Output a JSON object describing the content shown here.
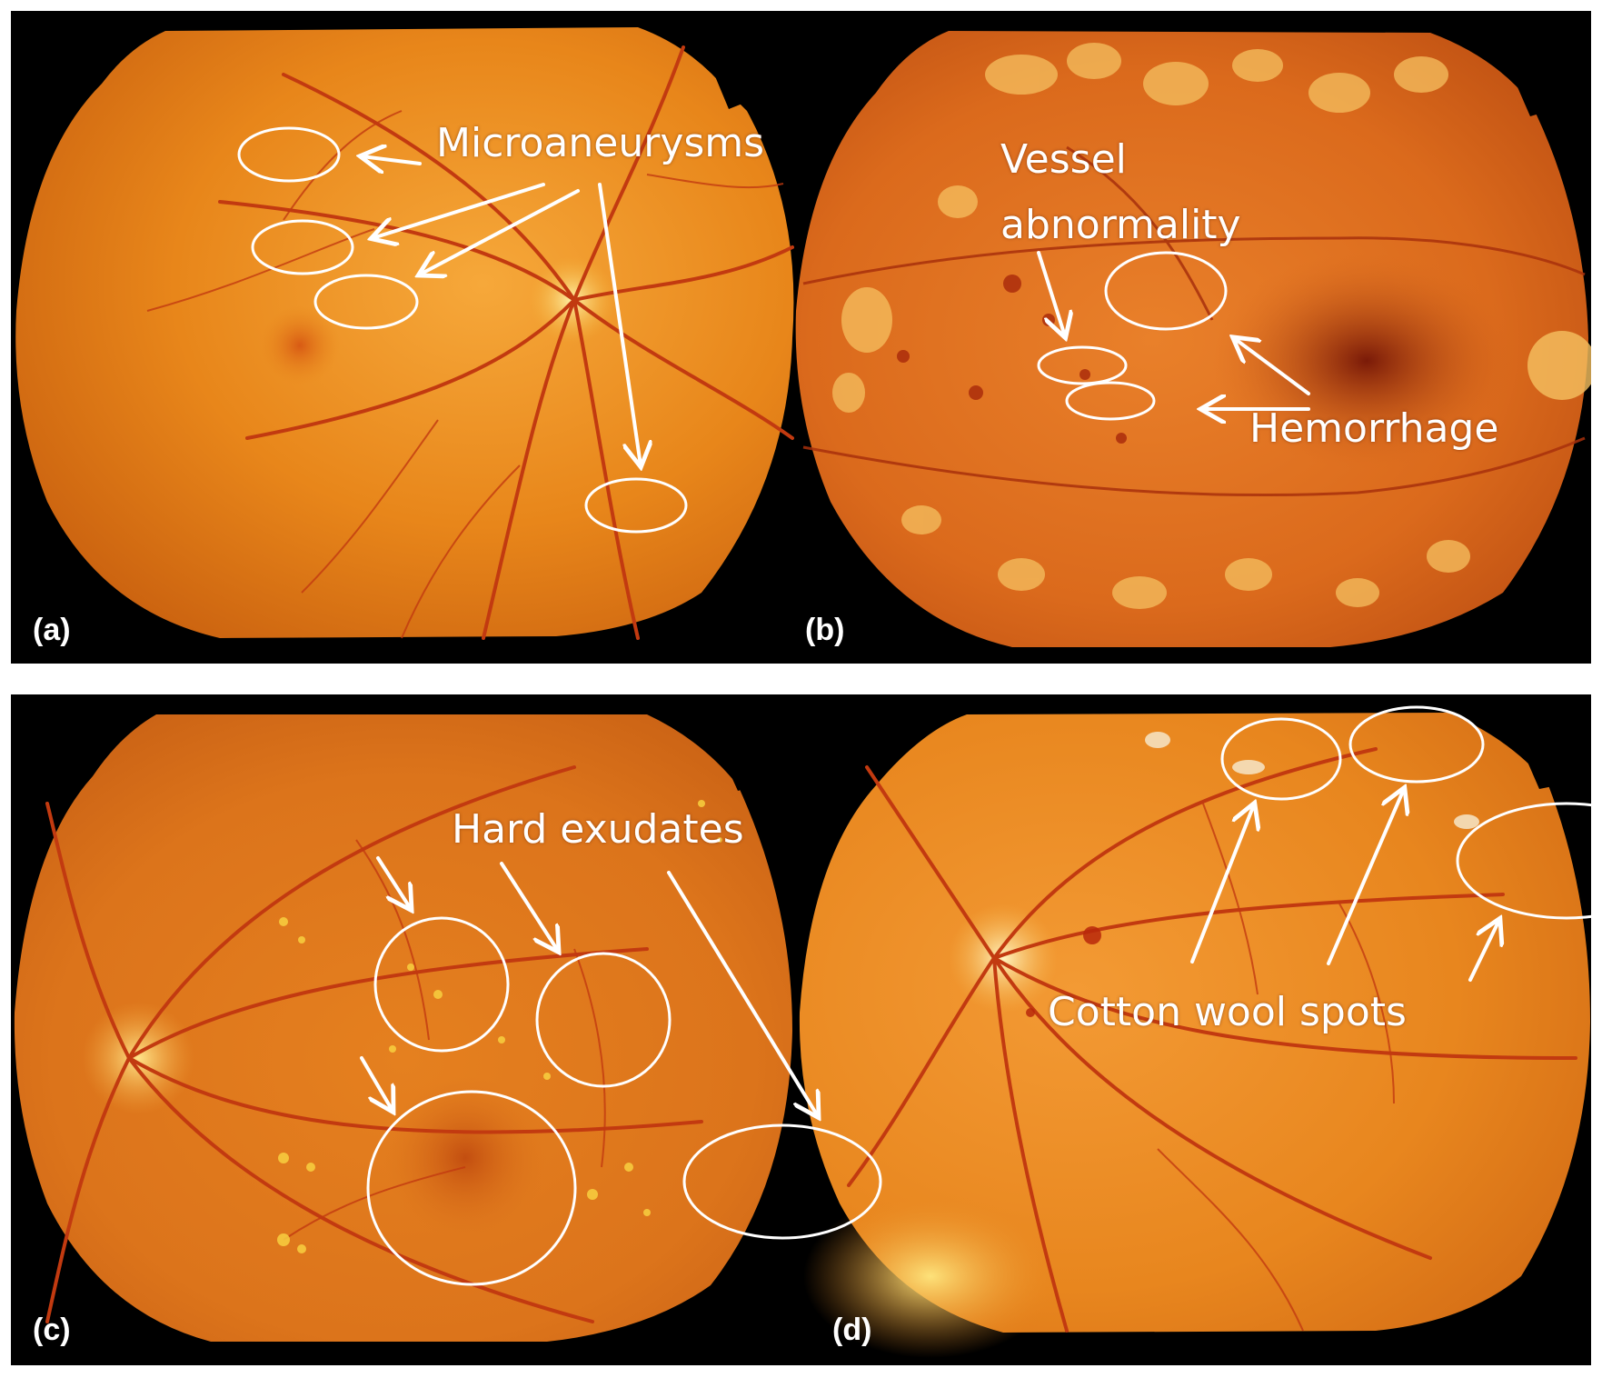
{
  "figure": {
    "panels": [
      {
        "letter": "(a)",
        "annotations": [
          "Microaneurysms"
        ]
      },
      {
        "letter": "(b)",
        "annotations": [
          "Vessel",
          "abnormality",
          "Hemorrhage"
        ]
      },
      {
        "letter": "(c)",
        "annotations": [
          "Hard exudates"
        ]
      },
      {
        "letter": "(d)",
        "annotations": [
          "Cotton wool spots"
        ]
      }
    ]
  },
  "colors": {
    "background": "#000000",
    "fundus_orange": "#e8861a",
    "fundus_deep": "#c9560f",
    "vessel": "#c23a10",
    "annotation": "#ffffff"
  }
}
